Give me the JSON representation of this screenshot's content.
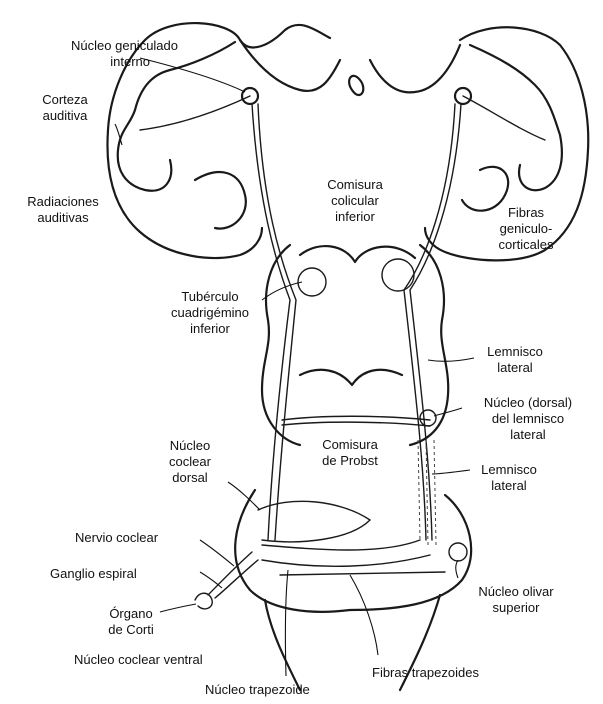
{
  "labels": {
    "geniculado_l1": "Núcleo geniculado",
    "geniculado_l2": "interno",
    "corteza_l1": "Corteza",
    "corteza_l2": "auditiva",
    "radiaciones_l1": "Radiaciones",
    "radiaciones_l2": "auditivas",
    "comisura_col_l1": "Comisura",
    "comisura_col_l2": "colicular",
    "comisura_col_l3": "inferior",
    "fibras_gen_l1": "Fibras",
    "fibras_gen_l2": "geniculo-",
    "fibras_gen_l3": "corticales",
    "tuberculo_l1": "Tubérculo",
    "tuberculo_l2": "cuadrigémino",
    "tuberculo_l3": "inferior",
    "lemnisco1_l1": "Lemnisco",
    "lemnisco1_l2": "lateral",
    "nucleo_dorsal_l1": "Núcleo (dorsal)",
    "nucleo_dorsal_l2": "del lemnisco",
    "nucleo_dorsal_l3": "lateral",
    "coclear_dorsal_l1": "Núcleo",
    "coclear_dorsal_l2": "coclear",
    "coclear_dorsal_l3": "dorsal",
    "probst_l1": "Comisura",
    "probst_l2": "de Probst",
    "lemnisco2_l1": "Lemnisco",
    "lemnisco2_l2": "lateral",
    "nervio": "Nervio coclear",
    "ganglio": "Ganglio espiral",
    "organo_l1": "Órgano",
    "organo_l2": "de Corti",
    "olivar_l1": "Núcleo olivar",
    "olivar_l2": "superior",
    "coclear_ventral": "Núcleo coclear ventral",
    "fibras_trap": "Fibras trapezoides",
    "trapezoide": "Núcleo trapezoide"
  }
}
